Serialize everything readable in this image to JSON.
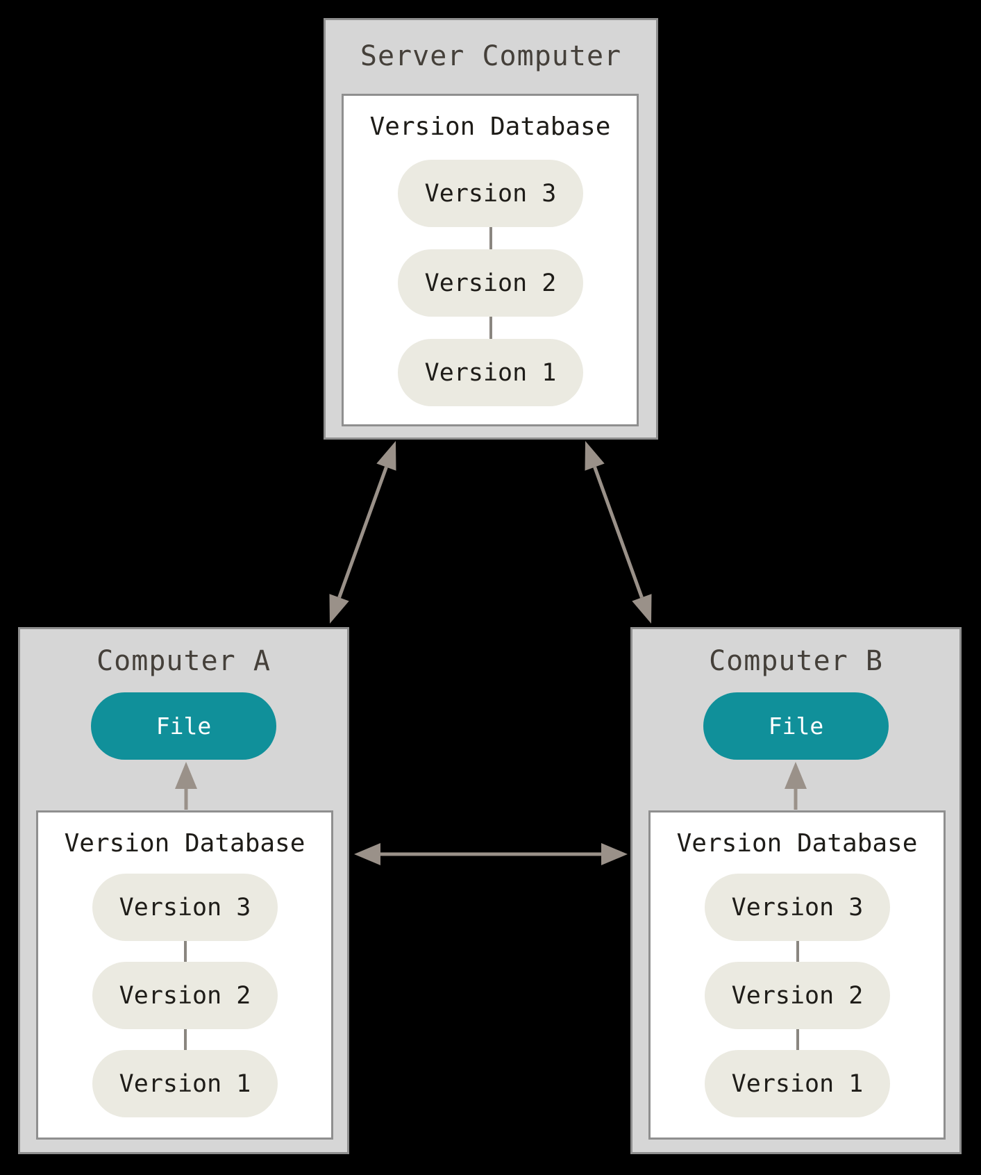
{
  "colors": {
    "canvas_bg": "#000000",
    "box_fill": "#d6d6d6",
    "box_border": "#8f8f8f",
    "inner_fill": "#ffffff",
    "pill_fill": "#ebeae1",
    "pill_text": "#1e1c18",
    "heading_text": "#1e1c18",
    "title_text": "#45403a",
    "file_fill": "#10909a",
    "file_text": "#ffffff",
    "arrow": "#9a9189",
    "connector": "#8a8680"
  },
  "server": {
    "title": "Server Computer",
    "database_label": "Version Database",
    "versions": [
      "Version 3",
      "Version 2",
      "Version 1"
    ]
  },
  "computer_a": {
    "title": "Computer A",
    "file_label": "File",
    "database_label": "Version Database",
    "versions": [
      "Version 3",
      "Version 2",
      "Version 1"
    ]
  },
  "computer_b": {
    "title": "Computer B",
    "file_label": "File",
    "database_label": "Version Database",
    "versions": [
      "Version 3",
      "Version 2",
      "Version 1"
    ]
  }
}
